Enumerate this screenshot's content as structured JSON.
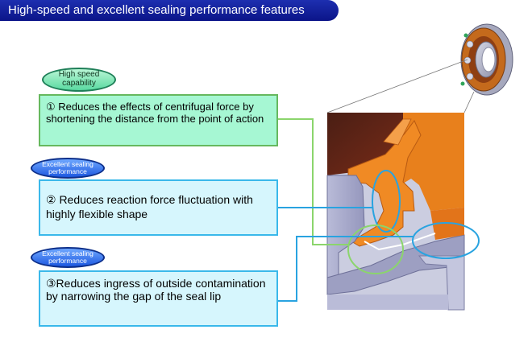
{
  "title": "High-speed and excellent sealing performance features",
  "features": [
    {
      "badge_line1": "High speed",
      "badge_line2": "capability",
      "text": "① Reduces the effects of centrifugal force by shortening the distance from the point of action"
    },
    {
      "badge_line1": "Excellent sealing",
      "badge_line2": "performance",
      "text": "② Reduces reaction force fluctuation with highly flexible shape"
    },
    {
      "badge_line1": "Excellent sealing",
      "badge_line2": "performance",
      "text": "③Reduces ingress of outside contamination by narrowing the gap of the seal lip"
    }
  ],
  "colors": {
    "title_bg": "#0b1488",
    "green_box": "#a6f7d3",
    "blue_box": "#d6f6fd",
    "seal_orange": "#e87a1c",
    "steel_gray": "#a4a6c9"
  }
}
